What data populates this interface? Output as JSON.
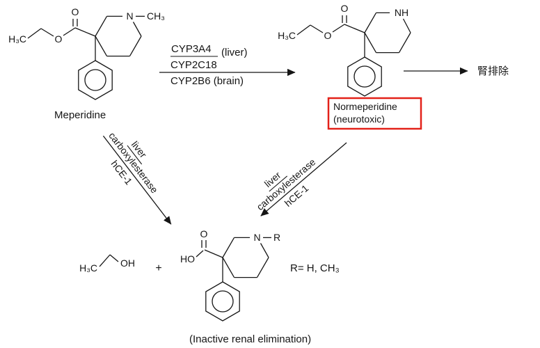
{
  "scheme": {
    "compounds": {
      "meperidine": {
        "name": "Meperidine",
        "atoms": {
          "h3c": "H₃C",
          "o_ester": "O",
          "o_carbonyl": "O",
          "n": "N",
          "n_methyl": "CH₃"
        }
      },
      "normeperidine": {
        "name": "Normeperidine",
        "note": "(neurotoxic)",
        "atoms": {
          "h3c": "H₃C",
          "o_ester": "O",
          "o_carbonyl": "O",
          "nh": "NH"
        }
      },
      "ethanol": {
        "atoms": {
          "h3c": "H₃C",
          "oh": "OH"
        }
      },
      "meperidinic_acid": {
        "atoms": {
          "ho": "HO",
          "o_carbonyl": "O",
          "n": "N",
          "r": "R"
        },
        "r_definition": "R= H, CH₃",
        "caption": "(Inactive renal elimination)"
      }
    },
    "plus_sign": "+",
    "arrows": {
      "cyp": {
        "enzyme1": "CYP3A4",
        "enzyme1_site": "(liver)",
        "enzyme2": "CYP2C18",
        "enzyme3": "CYP2B6 (brain)"
      },
      "renal": {
        "label": "腎排除"
      },
      "left_hydrolysis": {
        "line1": "liver",
        "line2": "carboxylesterase",
        "line3": "hCE-1"
      },
      "right_hydrolysis": {
        "line1": "liver",
        "line2": "carboxylesterase",
        "line3": "hCE-1"
      }
    },
    "colors": {
      "highlight_box": "#e32119"
    }
  }
}
